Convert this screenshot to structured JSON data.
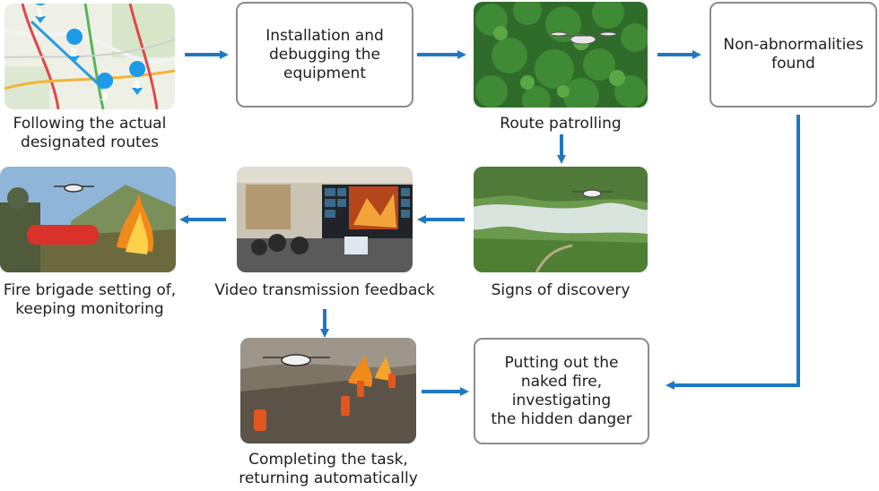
{
  "steps": {
    "route": {
      "caption": "Following the actual\ndesignated routes",
      "map_pins": [
        "1",
        "2",
        "3",
        "4"
      ]
    },
    "install": {
      "text": "Installation and\ndebugging the\nequipment"
    },
    "patrol": {
      "caption": "Route patrolling"
    },
    "normal": {
      "text": "Non-abnormalities\nfound"
    },
    "discovery": {
      "caption": "Signs of discovery"
    },
    "video": {
      "caption": "Video transmission feedback"
    },
    "brigade": {
      "caption": "Fire brigade setting of,\nkeeping monitoring"
    },
    "complete": {
      "caption": "Completing the task,\nreturning automatically"
    },
    "extinguish": {
      "text": "Putting out the\nnaked fire, investigating\nthe hidden danger"
    }
  },
  "colors": {
    "arrow": "#1f78c1",
    "box_border": "#8c8c8c",
    "text": "#1e1e1e"
  }
}
